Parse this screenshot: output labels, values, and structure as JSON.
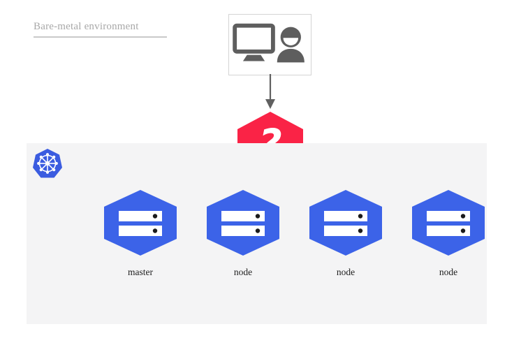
{
  "diagram": {
    "title": "Bare-metal environment",
    "colors": {
      "node_blue": "#3c63e8",
      "k8s_blue": "#3b5ce0",
      "alert_red": "#fa2346",
      "panel_gray": "#f4f4f5",
      "title_gray": "#a8a8a8",
      "icon_gray": "#5e5e5e",
      "box_border": "#d4d4d4",
      "arrow_gray": "#606060"
    },
    "admin_box": {
      "monitor_icon": "monitor-icon",
      "person_icon": "person-icon"
    },
    "connector": {
      "arrow_icon": "arrow-down-icon"
    },
    "alert": {
      "shape": "hexagon",
      "symbol": "?",
      "icon_name": "question-mark-hexagon-icon"
    },
    "cluster": {
      "platform_logo": "kubernetes-logo-icon",
      "nodes": [
        {
          "label": "master",
          "icon": "server-icon"
        },
        {
          "label": "node",
          "icon": "server-icon"
        },
        {
          "label": "node",
          "icon": "server-icon"
        },
        {
          "label": "node",
          "icon": "server-icon"
        }
      ]
    }
  }
}
